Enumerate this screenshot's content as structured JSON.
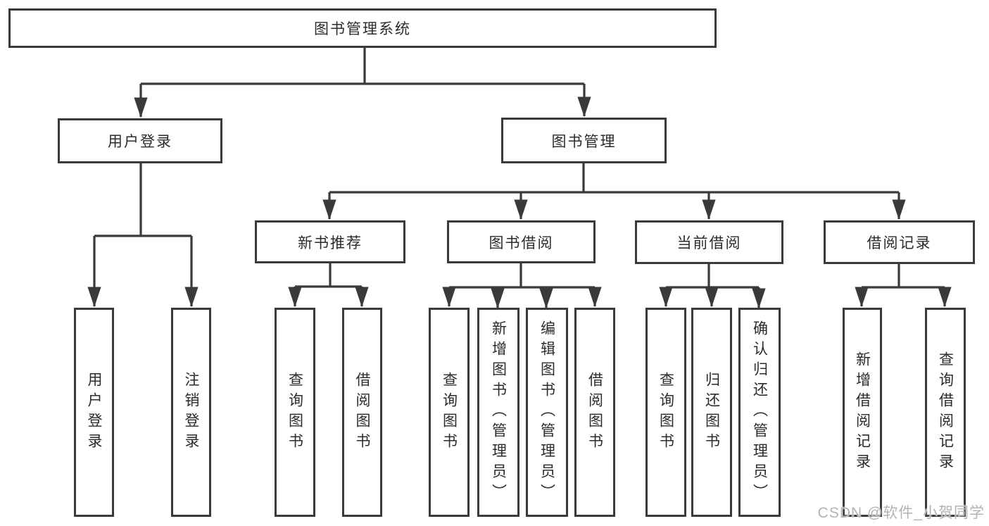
{
  "diagram": {
    "root_label": "图书管理系统",
    "level2": {
      "user_login": "用户登录",
      "book_mgmt": "图书管理"
    },
    "level3": {
      "new_rec": "新书推荐",
      "book_borrow": "图书借阅",
      "cur_borrow": "当前借阅",
      "borrow_rec": "借阅记录"
    },
    "leaves": {
      "ul_login": "用户登录",
      "ul_logout": "注销登录",
      "nr_query": "查询图书",
      "nr_borrow": "借阅图书",
      "bb_query": "查询图书",
      "bb_add": "新增图书（管理员）",
      "bb_edit": "编辑图书（管理员）",
      "bb_borrow": "借阅图书",
      "cb_query": "查询图书",
      "cb_return": "归还图书",
      "cb_confirm": "确认归还（管理员）",
      "rc_add": "新增借阅记录",
      "rc_query": "查询借阅记录"
    },
    "colors": {
      "line": "#3a3a3a",
      "box_border": "#3a3a3a",
      "box_background": "#ffffff",
      "text": "#2b2b2b",
      "watermark": "#b3b3b3"
    },
    "watermark": "CSDN @软件_小贺同学"
  }
}
